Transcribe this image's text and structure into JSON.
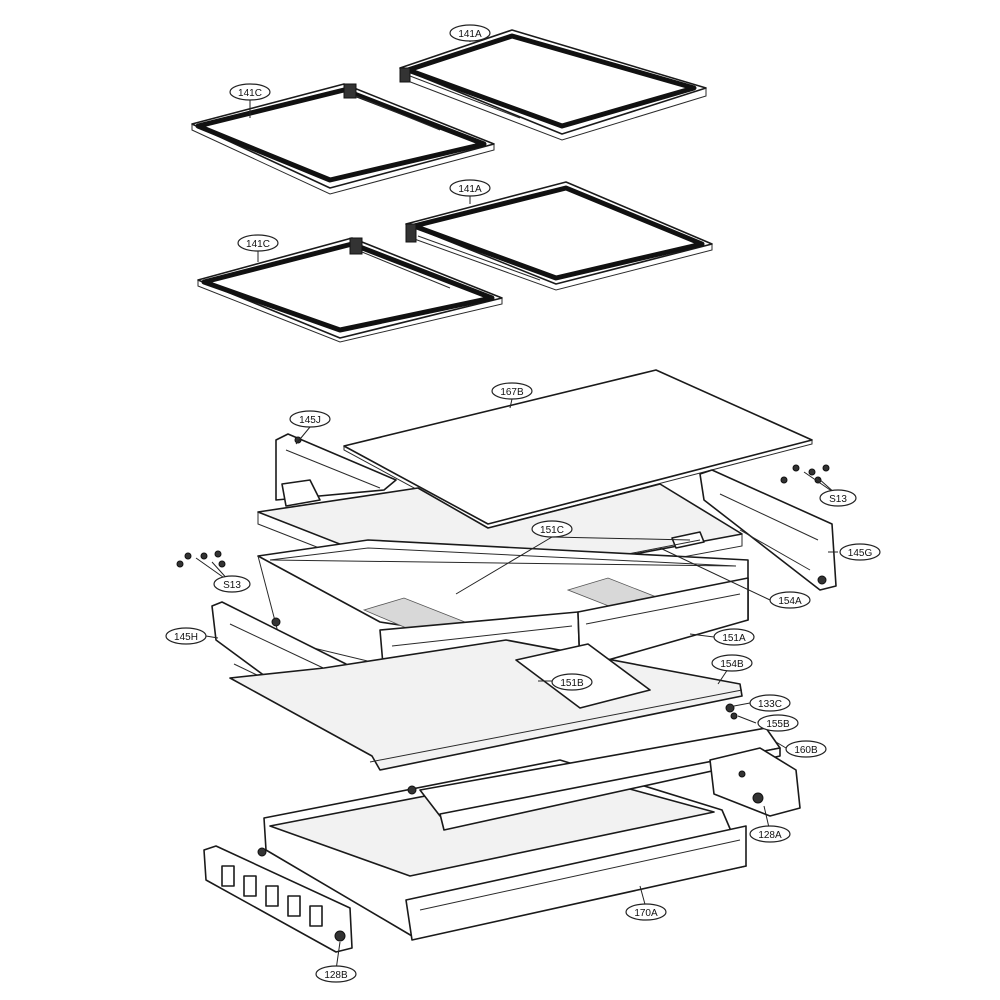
{
  "callouts": {
    "c141A_1": "141A",
    "c141C_1": "141C",
    "c141A_2": "141A",
    "c141C_2": "141C",
    "c167B": "167B",
    "c145J": "145J",
    "cS13_right": "S13",
    "c145G": "145G",
    "c151C": "151C",
    "cS13_left": "S13",
    "c154A": "154A",
    "c145H": "145H",
    "c151A": "151A",
    "c154B": "154B",
    "c151B": "151B",
    "c133C": "133C",
    "c155B": "155B",
    "c160B": "160B",
    "c128A": "128A",
    "c170A": "170A",
    "c128B": "128B"
  }
}
